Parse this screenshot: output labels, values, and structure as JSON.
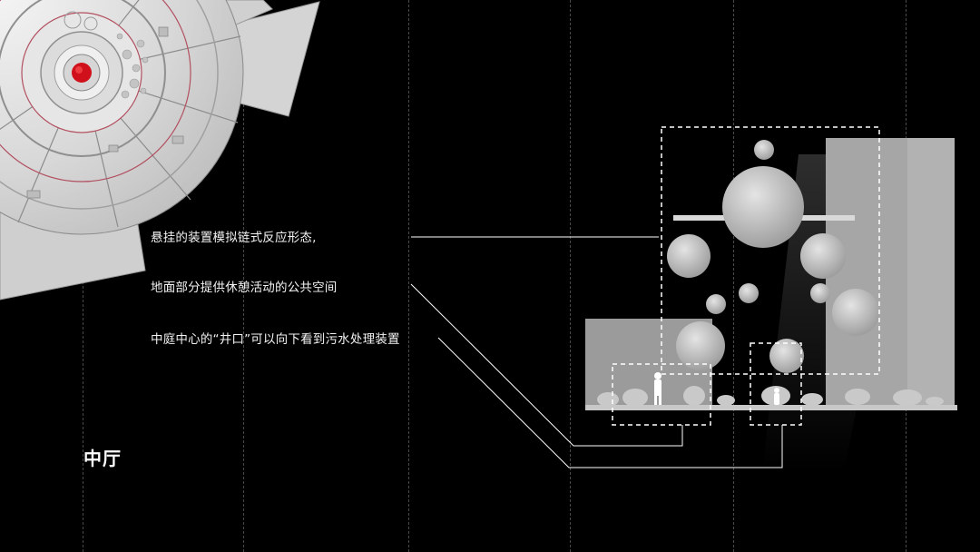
{
  "captions": [
    "悬挂的装置模拟链式反应形态,",
    "地面部分提供休憩活动的公共空间",
    "中庭中心的“井口”可以向下看到污水处理装置"
  ],
  "section_title": "中厅",
  "colors": {
    "background": "#000000",
    "accent_red": "#d0101b",
    "model_white": "#e8e8e8"
  }
}
